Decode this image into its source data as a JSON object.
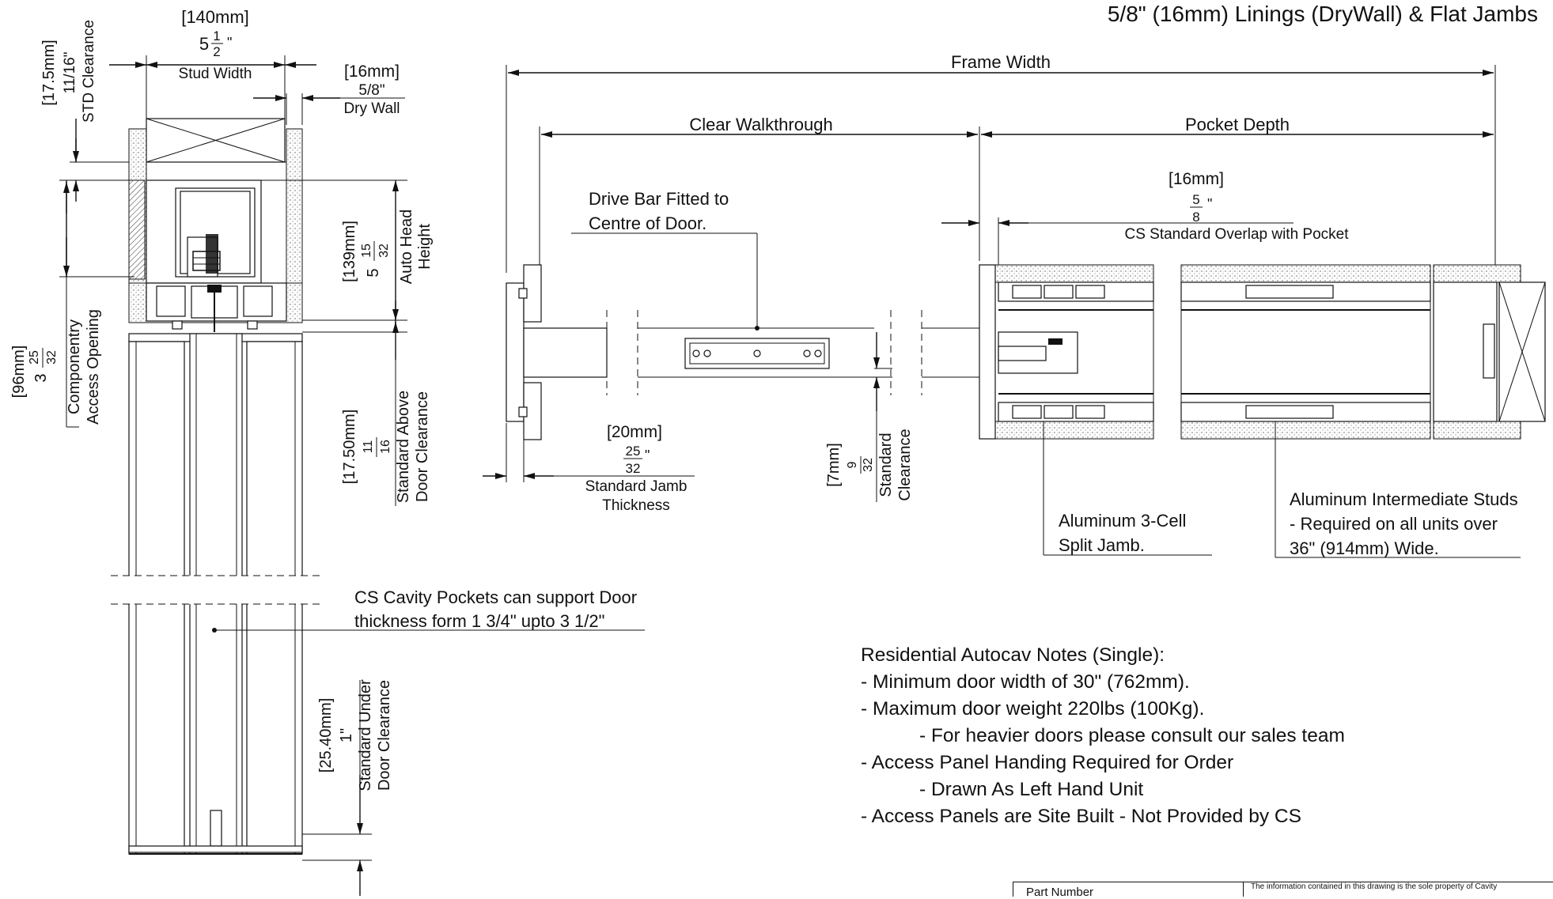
{
  "title": "5/8\" (16mm) Linings (DryWall) & Flat Jambs",
  "section_view": {
    "stud_width": {
      "mm": "[140mm]",
      "inch_whole": "5",
      "inch_num": "1",
      "inch_den": "2",
      "label": "Stud Width"
    },
    "std_clearance": {
      "mm": "[17.5mm]",
      "inch": "11/16\"",
      "label": "STD Clearance"
    },
    "dry_wall": {
      "mm": "[16mm]",
      "inch": "5/8\"",
      "label": "Dry Wall"
    },
    "auto_head": {
      "mm": "[139mm]",
      "inch_whole": "5",
      "inch_num": "15",
      "inch_den": "32",
      "label1": "Auto Head",
      "label2": "Height"
    },
    "access_opening": {
      "mm": "[96mm]",
      "inch_whole": "3",
      "inch_num": "25",
      "inch_den": "32",
      "label1": "Componentry",
      "label2": "Access Opening"
    },
    "above_door": {
      "mm": "[17.50mm]",
      "inch_num": "11",
      "inch_den": "16",
      "label1": "Standard Above",
      "label2": "Door Clearance"
    },
    "under_door": {
      "mm": "[25.40mm]",
      "inch": "1\"",
      "label1": "Standard Under",
      "label2": "Door Clearance"
    },
    "cavity_note1": "CS Cavity Pockets can support Door",
    "cavity_note2": "thickness form 1 3/4\" upto 3 1/2\""
  },
  "plan_view": {
    "frame_width": "Frame Width",
    "clear_walkthrough": "Clear Walkthrough",
    "pocket_depth": "Pocket Depth",
    "overlap": {
      "mm": "[16mm]",
      "inch_num": "5",
      "inch_den": "8",
      "label": "CS Standard Overlap with Pocket"
    },
    "drive_bar1": "Drive Bar Fitted to",
    "drive_bar2": "Centre of Door.",
    "jamb": {
      "mm": "[20mm]",
      "inch_num": "25",
      "inch_den": "32",
      "label1": "Standard Jamb",
      "label2": "Thickness"
    },
    "clearance": {
      "mm": "[7mm]",
      "inch_num": "9",
      "inch_den": "32",
      "label1": "Standard",
      "label2": "Clearance"
    },
    "split_jamb1": "Aluminum 3-Cell",
    "split_jamb2": "Split Jamb.",
    "studs1": "Aluminum Intermediate Studs",
    "studs2": "- Required on all units over",
    "studs3": "36\" (914mm) Wide."
  },
  "notes": {
    "heading": "Residential Autocav Notes (Single):",
    "line1": "- Minimum door width of 30\" (762mm).",
    "line2": "- Maximum door weight 220lbs (100Kg).",
    "line3": "- For heavier doors please consult our sales team",
    "line4": "- Access Panel Handing Required for Order",
    "line5": "- Drawn As Left Hand Unit",
    "line6": "- Access Panels are Site Built - Not Provided by CS"
  },
  "title_block": {
    "part_number": "Part Number",
    "copyright": "The information contained in this drawing is the sole property of Cavity"
  }
}
